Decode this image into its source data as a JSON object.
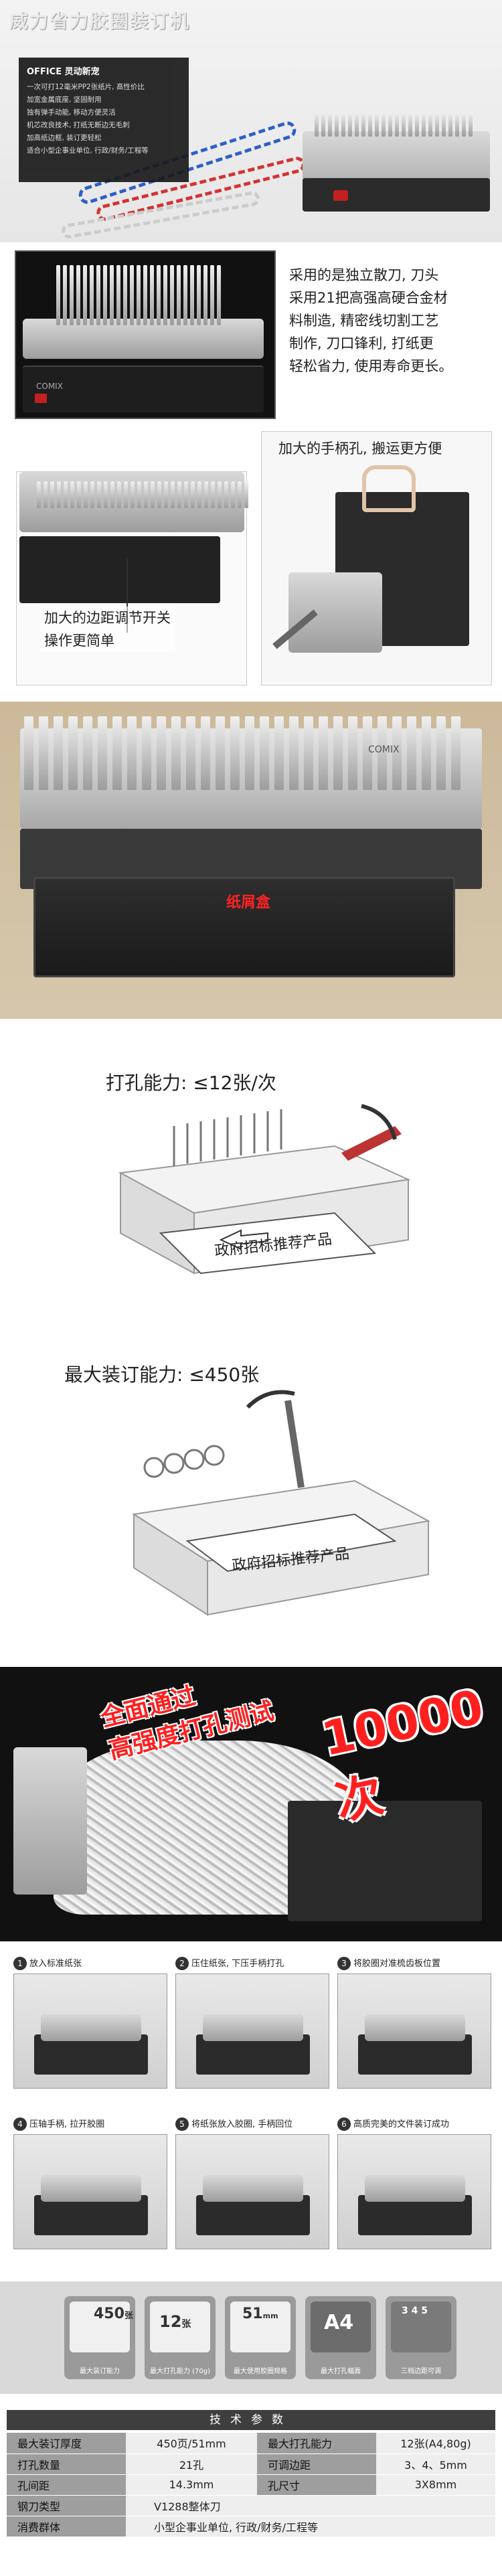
{
  "hero": {
    "title": "威力省力胶圈装订机",
    "feature_head": "OFFICE  灵动新宠",
    "features": [
      "一次可打12毫米PP2张纸片, 高性价比",
      "加宽金属底座, 坚固耐用",
      "独有弹手动能, 移动方便灵活",
      "机芯改良技术, 打纸无断边无毛刺",
      "加高纸边框, 装订更轻松",
      "适合小型企事业单位, 行政/财务/工程等"
    ]
  },
  "blade": {
    "lines": [
      "采用的是独立散刀, 刀头",
      "采用21把高强高硬合金材",
      "料制造, 精密线切割工艺",
      "制作, 刀口锋利, 打纸更",
      "轻松省力, 使用寿命更长。"
    ],
    "brand": "COMIX"
  },
  "handle": {
    "right_label": "加大的手柄孔, 搬运更方便",
    "left_label_lines": [
      "加大的边距调节开关",
      "操作更简单"
    ]
  },
  "tray": {
    "label": "纸屑盒",
    "brand": "COMIX"
  },
  "capacity": {
    "punch_label": "打孔能力: ≤12张/次",
    "bind_label": "最大装订能力: ≤450张",
    "paper_text": "政府招标推荐产品"
  },
  "stress": {
    "line1": "全面通过",
    "line2": "高强度打孔测试",
    "big": "10000次"
  },
  "steps": [
    {
      "num": "1",
      "text": "放入标准纸张"
    },
    {
      "num": "2",
      "text": "压住纸张, 下压手柄打孔"
    },
    {
      "num": "3",
      "text": "将胶圈对准梳齿板位置"
    },
    {
      "num": "4",
      "text": "压轴手柄, 拉开胶圈"
    },
    {
      "num": "5",
      "text": "将纸张放入胶圈, 手柄回位"
    },
    {
      "num": "6",
      "text": "高质完美的文件装订成功"
    }
  ],
  "icons": [
    {
      "value": "450",
      "unit": "张",
      "caption": "最大装订能力"
    },
    {
      "value": "12",
      "unit": "张",
      "caption": "最大打孔能力 (70g)"
    },
    {
      "value": "51",
      "unit": "mm",
      "caption": "最大使用胶圈规格"
    },
    {
      "value": "A4",
      "unit": "",
      "caption": "最大打孔幅面"
    },
    {
      "value": "3 4 5",
      "unit": "",
      "caption": "三档边距可调"
    }
  ],
  "specs": {
    "title": "技术参数",
    "rows": [
      {
        "k1": "最大装订厚度",
        "v1": "450页/51mm",
        "k2": "最大打孔能力",
        "v2": "12张(A4,80g)"
      },
      {
        "k1": "打孔数量",
        "v1": "21孔",
        "k2": "可调边距",
        "v2": "3、4、5mm"
      },
      {
        "k1": "孔间距",
        "v1": "14.3mm",
        "k2": "孔尺寸",
        "v2": "3X8mm"
      },
      {
        "k1": "钢刀类型",
        "v1": "V1288整体刀",
        "k2": "",
        "v2": ""
      },
      {
        "k1": "消费群体",
        "v1": "小型企事业单位, 行政/财务/工程等",
        "k2": "",
        "v2": ""
      }
    ]
  },
  "colors": {
    "accent_red": "#ff1f1f",
    "dark": "#2b2b2b",
    "spec_key_bg": "#9e9e9e"
  }
}
